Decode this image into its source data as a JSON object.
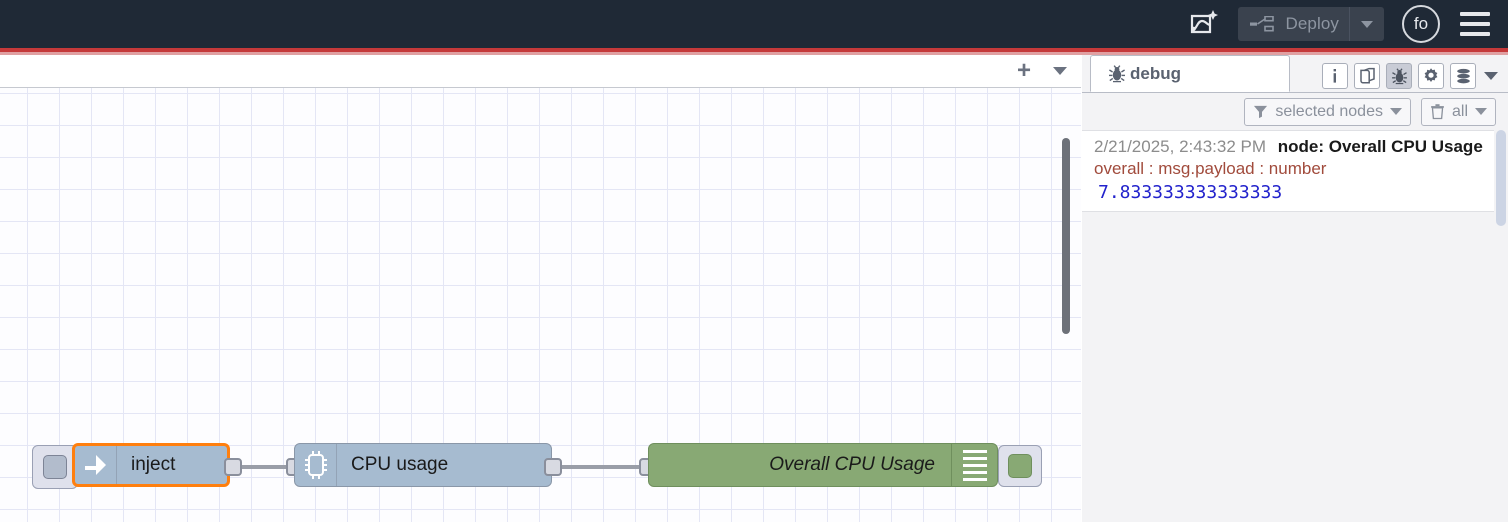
{
  "header": {
    "flow_ai_icon": "flow-ai-icon",
    "deploy": {
      "label": "Deploy",
      "icon": "deploy-icon",
      "caret": "chevron-down-icon"
    },
    "avatar_label": "fo",
    "menu_icon": "hamburger-menu-icon",
    "accent_color": "#c5393a",
    "background_color": "#1f2936"
  },
  "workspace": {
    "tabbar": {
      "add_label": "+",
      "caret": "chevron-down-icon"
    },
    "nodes": [
      {
        "name": "inject",
        "label": "inject",
        "icon": "arrow-right-icon",
        "type": "inject",
        "selected": true,
        "color": "#a6bbd0",
        "border_color": "#ff7f0e"
      },
      {
        "name": "cpu-usage",
        "label": "CPU usage",
        "icon": "cpu-chip-icon",
        "type": "cpu",
        "selected": false,
        "color": "#a6bbd0"
      },
      {
        "name": "overall-cpu-usage",
        "label": "Overall CPU Usage",
        "icon": "debug-list-icon",
        "type": "debug",
        "selected": false,
        "color": "#88a974"
      }
    ]
  },
  "sidebar": {
    "tab": {
      "label": "debug",
      "icon": "bug-icon",
      "active": true
    },
    "tools": [
      {
        "name": "info-tab",
        "icon": "info-icon",
        "active": false
      },
      {
        "name": "help-tab",
        "icon": "book-icon",
        "active": false
      },
      {
        "name": "debug-tab",
        "icon": "bug-icon",
        "active": true
      },
      {
        "name": "config-tab",
        "icon": "gear-icon",
        "active": false
      },
      {
        "name": "context-tab",
        "icon": "database-icon",
        "active": false
      }
    ],
    "filters": {
      "nodes_filter": {
        "label": "selected nodes",
        "icon": "funnel-icon"
      },
      "clear": {
        "label": "all",
        "icon": "trash-icon"
      }
    },
    "messages": [
      {
        "timestamp": "2/21/2025, 2:43:32 PM",
        "node": "node: Overall CPU Usage",
        "topic": "overall : msg.payload : number",
        "value": "7.833333333333333",
        "value_color": "#2222cc",
        "topic_color": "#a14b3c"
      }
    ]
  }
}
